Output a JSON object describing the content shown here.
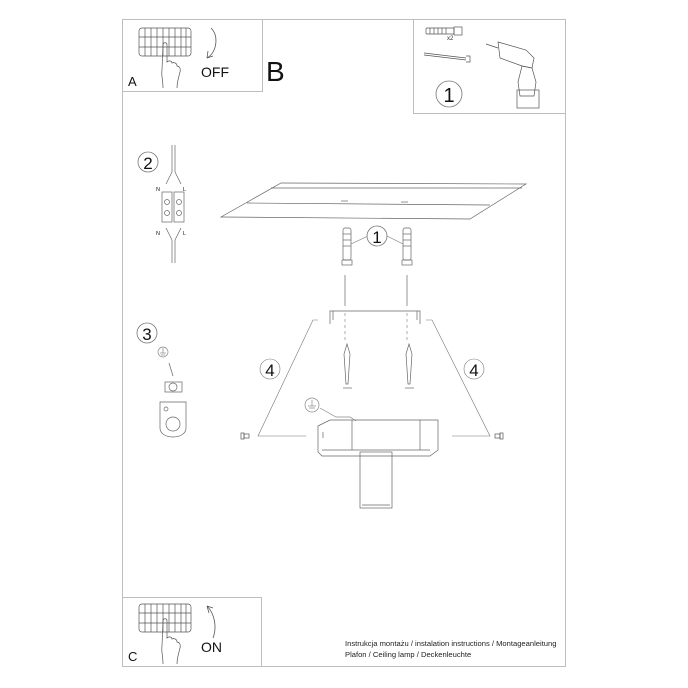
{
  "document": {
    "type": "installation-instructions",
    "panels": {
      "a": {
        "letter": "A",
        "state": "OFF"
      },
      "b": {
        "letter": "B"
      },
      "c": {
        "letter": "C",
        "state": "ON"
      },
      "tools": {
        "step": "1",
        "quantity": "x2"
      }
    },
    "steps": [
      {
        "number": "2",
        "description": "wiring",
        "labels": {
          "top_left": "N",
          "top_right": "L",
          "bottom_left": "N",
          "bottom_right": "L"
        }
      },
      {
        "number": "3",
        "description": "ground connection"
      },
      {
        "number": "1",
        "description": "wall plugs"
      },
      {
        "number": "4",
        "description": "side screws left"
      },
      {
        "number": "4",
        "description": "side screws right"
      }
    ],
    "footer": {
      "line1": "Instrukcja montażu / instalation instructions / Montageanleitung",
      "line2": "Plafon / Ceiling lamp / Deckenleuchte"
    }
  },
  "icons": [
    "electrical-panel-icon",
    "hand-icon",
    "arrow-down-icon",
    "arrow-up-icon",
    "wall-plug-icon",
    "screw-icon",
    "drill-icon",
    "ground-symbol-icon",
    "terminal-block-icon",
    "ceiling-plate-icon",
    "mounting-bracket-icon",
    "lamp-body-icon"
  ],
  "colors": {
    "line": "#555555",
    "frame": "#bdbdbd",
    "text": "#111111"
  }
}
